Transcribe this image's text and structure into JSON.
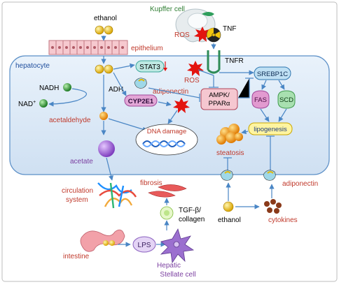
{
  "labels": {
    "ethanol_top": "ethanol",
    "kupffer": "Kupffer cell",
    "epithelium": "epithelium",
    "hepatocyte": "hepatocyte",
    "ros_top": "ROS",
    "tnf": "TNF",
    "tnfr": "TNFR",
    "ros_mid": "ROS",
    "stat3": "STAT3",
    "adiponectin_mid": "adiponectin",
    "nadh": "NADH",
    "adh": "ADH",
    "nad": "NAD",
    "nad_sup": "+",
    "cyp2e1": "CYP2E1",
    "ampk_line1": "AMPK/",
    "ampk_line2": "PPARα",
    "srebp": "SREBP1C",
    "fas": "FAS",
    "scd": "SCD",
    "lipogenesis": "lipogenesis",
    "acetaldehyde": "acetaldehyde",
    "dna_damage": "DNA damage",
    "steatosis": "steatosis",
    "acetate": "acetate",
    "adiponectin_bottom": "adiponectin",
    "circulation_line1": "circulation",
    "circulation_line2": "system",
    "fibrosis": "fibrosis",
    "tgf_line1": "TGF-β/",
    "tgf_line2": "collagen",
    "ethanol_bottom": "ethanol",
    "cytokines": "cytokines",
    "intestine": "intestine",
    "lps": "LPS",
    "hsc_line1": "Hepatic",
    "hsc_line2": "Stellate cell"
  },
  "colors": {
    "label_red": "#c0392b",
    "label_green": "#2e7d32",
    "label_blue": "#1f4e9c",
    "label_purple": "#7b3fa0",
    "cell_fill": "#dbe8f5",
    "arrow": "#4a86c5"
  }
}
